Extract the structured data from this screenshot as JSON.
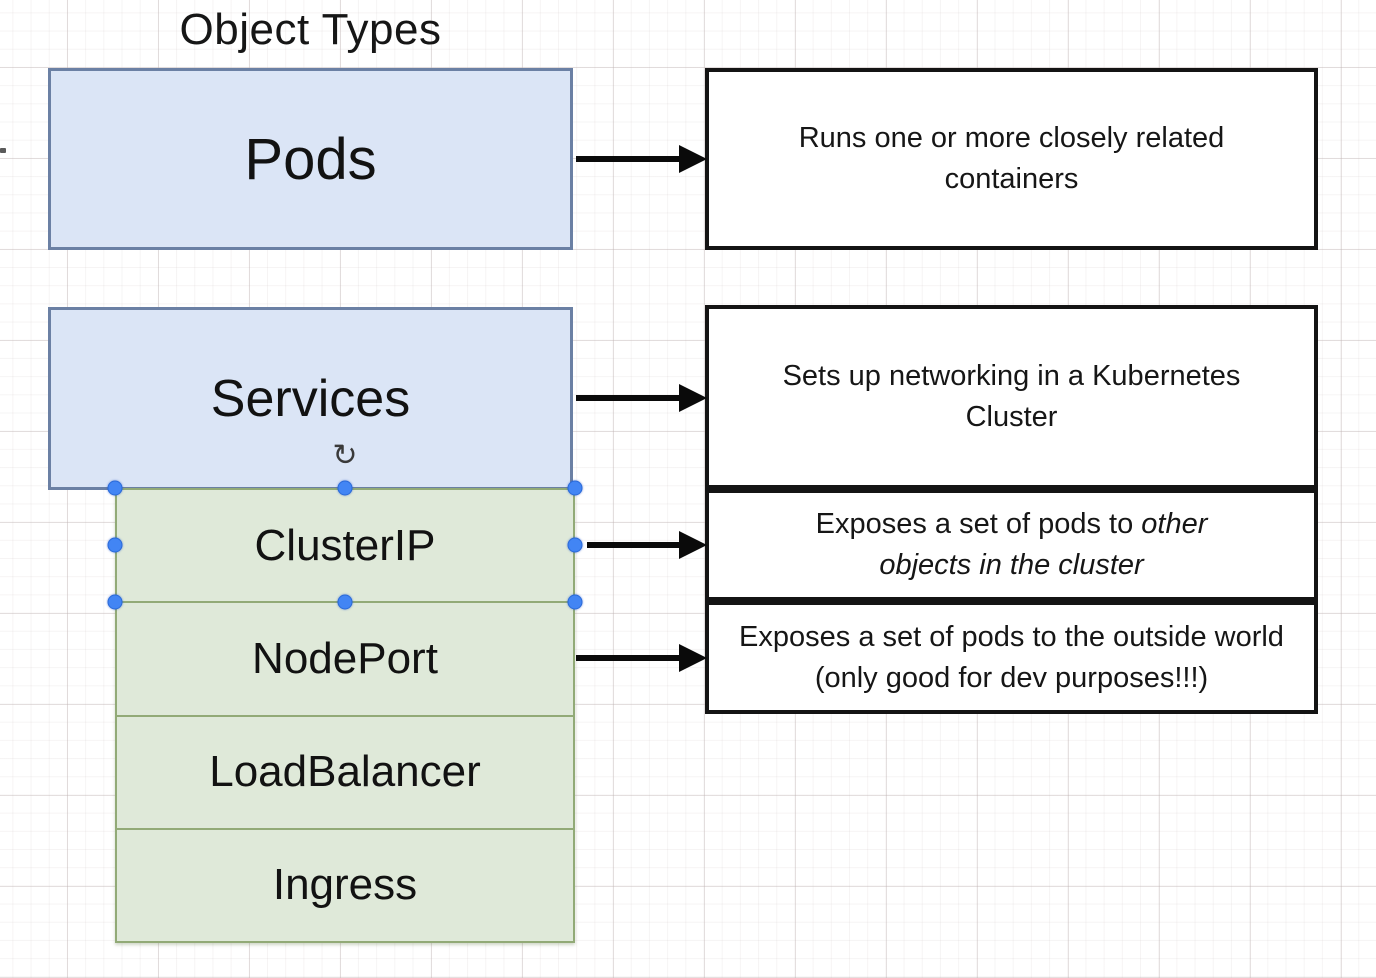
{
  "title": "Object Types",
  "colors": {
    "object_fill": "#dbe5f6",
    "object_border": "#6b80a4",
    "service_type_fill": "#dfe9d9",
    "service_type_border": "#92aa77",
    "description_border": "#141414",
    "arrow": "#0a0a0a",
    "selection_handle": "#4285f4"
  },
  "objects": {
    "pods": {
      "label": "Pods",
      "description": "Runs one or more closely related containers"
    },
    "services": {
      "label": "Services",
      "description": "Sets up networking in a Kubernetes Cluster"
    }
  },
  "service_types": [
    {
      "label": "ClusterIP",
      "selected": true,
      "description_prefix": "Exposes a set of pods to ",
      "description_emphasis": "other objects in the cluster"
    },
    {
      "label": "NodePort",
      "description": "Exposes a set of pods to the outside world (only good for dev purposes!!!)"
    },
    {
      "label": "LoadBalancer"
    },
    {
      "label": "Ingress"
    }
  ],
  "editor": {
    "rotate_handle_glyph": "↻"
  }
}
